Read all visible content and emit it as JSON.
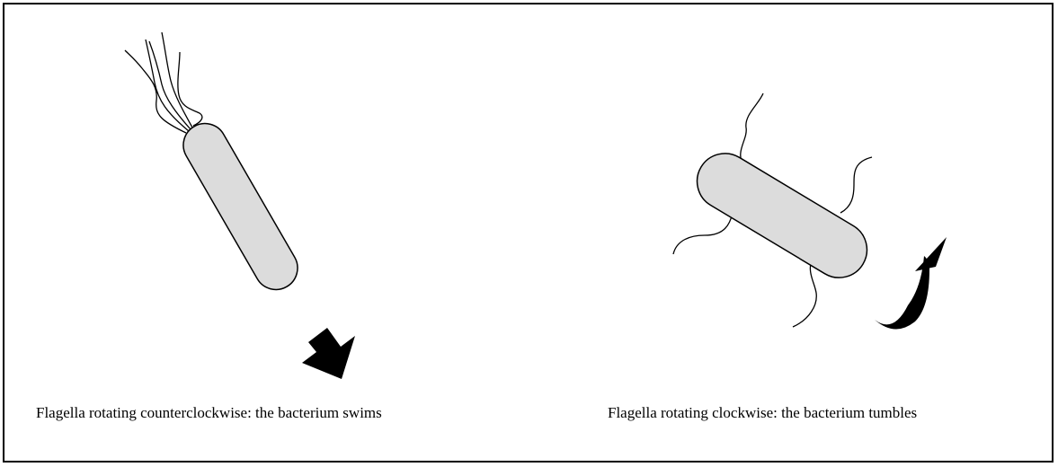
{
  "panels": [
    {
      "id": "swimming",
      "caption": "Flagella rotating counterclockwise: the bacterium swims",
      "motion": "straight-arrow"
    },
    {
      "id": "tumbling",
      "caption": "Flagella rotating clockwise: the bacterium tumbles",
      "motion": "curved-arrow"
    }
  ],
  "colors": {
    "cell_fill": "#dcdcdc",
    "outline": "#000000",
    "arrow": "#000000",
    "background": "#ffffff"
  }
}
